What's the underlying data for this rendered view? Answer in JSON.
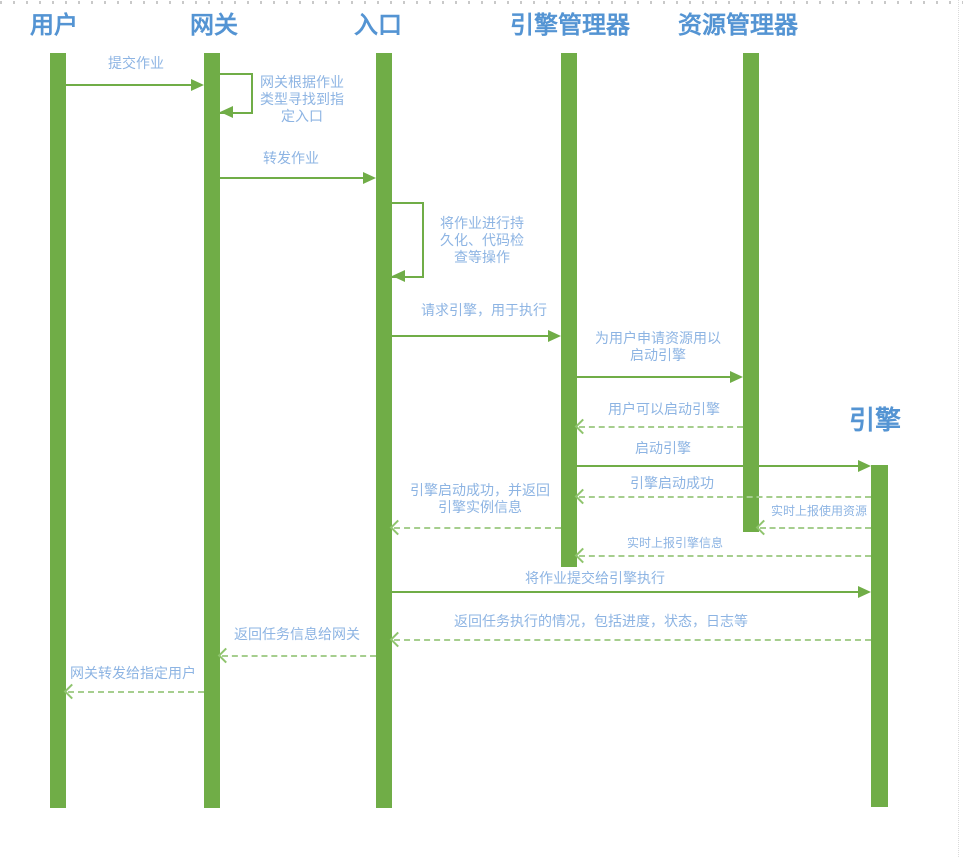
{
  "diagram": {
    "type": "sequence-diagram",
    "actors": [
      {
        "name": "用户"
      },
      {
        "name": "网关"
      },
      {
        "name": "入口"
      },
      {
        "name": "引擎管理器"
      },
      {
        "name": "资源管理器"
      },
      {
        "name": "引擎"
      }
    ],
    "messages": [
      {
        "label": "提交作业",
        "from": "用户",
        "to": "网关",
        "style": "solid"
      },
      {
        "label": "网关根据作业类型寻找到指定入口",
        "from": "网关",
        "to": "网关",
        "style": "self"
      },
      {
        "label": "转发作业",
        "from": "网关",
        "to": "入口",
        "style": "solid"
      },
      {
        "label": "将作业进行持久化、代码检查等操作",
        "from": "入口",
        "to": "入口",
        "style": "self"
      },
      {
        "label": "请求引擎，用于执行",
        "from": "入口",
        "to": "引擎管理器",
        "style": "solid"
      },
      {
        "label": "为用户申请资源用以启动引擎",
        "from": "引擎管理器",
        "to": "资源管理器",
        "style": "solid"
      },
      {
        "label": "用户可以启动引擎",
        "from": "资源管理器",
        "to": "引擎管理器",
        "style": "dashed"
      },
      {
        "label": "启动引擎",
        "from": "引擎管理器",
        "to": "引擎",
        "style": "solid"
      },
      {
        "label": "引擎启动成功",
        "from": "引擎",
        "to": "引擎管理器",
        "style": "dashed"
      },
      {
        "label": "引擎启动成功，并返回引擎实例信息",
        "from": "引擎管理器",
        "to": "入口",
        "style": "dashed"
      },
      {
        "label": "实时上报使用资源",
        "from": "引擎",
        "to": "资源管理器",
        "style": "dashed"
      },
      {
        "label": "实时上报引擎信息",
        "from": "引擎",
        "to": "引擎管理器",
        "style": "dashed"
      },
      {
        "label": "将作业提交给引擎执行",
        "from": "入口",
        "to": "引擎",
        "style": "solid"
      },
      {
        "label": "返回任务执行的情况，包括进度，状态，日志等",
        "from": "引擎",
        "to": "入口",
        "style": "dashed"
      },
      {
        "label": "返回任务信息给网关",
        "from": "入口",
        "to": "网关",
        "style": "dashed"
      },
      {
        "label": "网关转发给指定用户",
        "from": "网关",
        "to": "用户",
        "style": "dashed"
      }
    ],
    "colors": {
      "lifeline": "#70AD47",
      "solid_arrow": "#70AD47",
      "dashed_arrow": "#A6CE8E",
      "message_text": "#8DB4E3",
      "actor_text": "#5494D3"
    }
  }
}
